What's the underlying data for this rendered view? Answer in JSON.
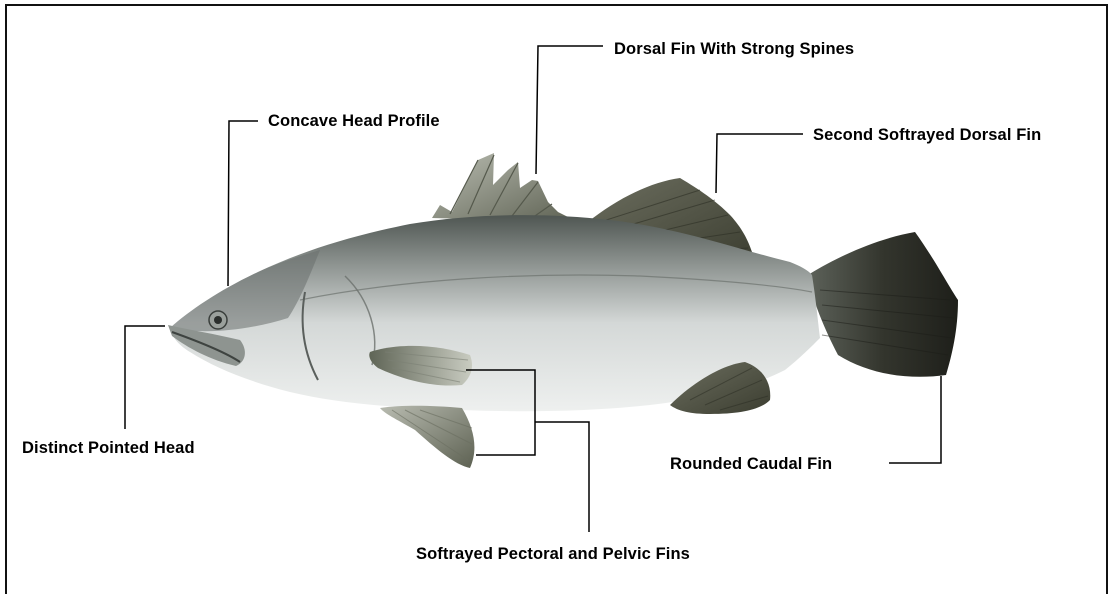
{
  "labels": {
    "dorsal_fin": "Dorsal Fin With Strong Spines",
    "concave_head": "Concave Head Profile",
    "second_dorsal": "Second Softrayed Dorsal Fin",
    "pointed_head": "Distinct Pointed Head",
    "caudal_fin": "Rounded Caudal Fin",
    "pectoral_pelvic": "Softrayed Pectoral and Pelvic Fins"
  },
  "colors": {
    "line": "#000000",
    "body_light": "#e3e6e6",
    "body_dark": "#5b605d",
    "fin_dark": "#3a3d33"
  }
}
